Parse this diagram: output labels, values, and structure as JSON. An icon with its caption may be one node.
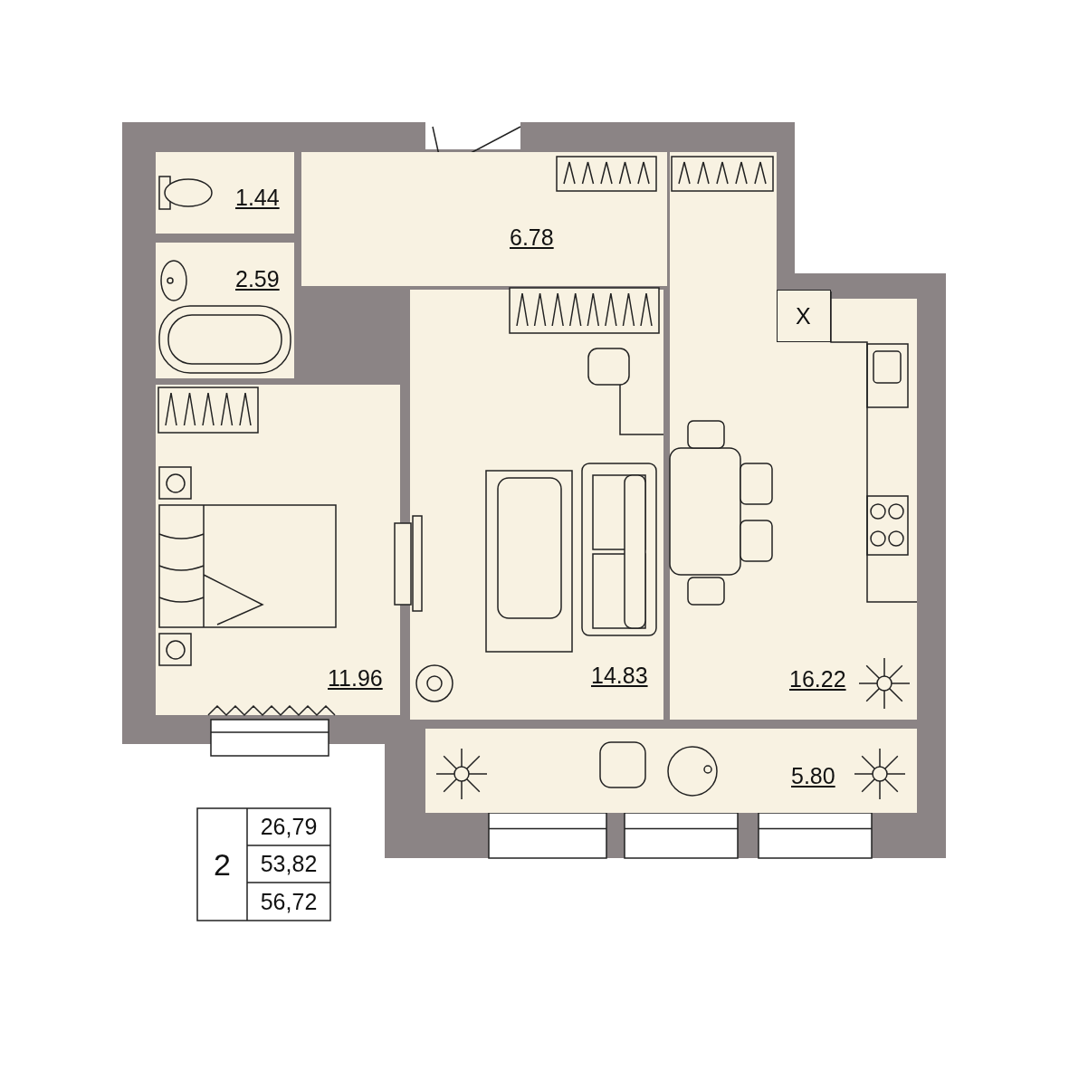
{
  "diagram": {
    "nodes": [
      {
        "text": [
          "1.44"
        ]
      },
      {
        "text": [
          "6.78"
        ]
      },
      {
        "text": [
          "2.59"
        ]
      },
      {
        "text": [
          "11.96"
        ]
      },
      {
        "text": [
          "14.83"
        ]
      },
      {
        "text": [
          "16.22"
        ]
      },
      {
        "text": [
          "X"
        ],
        "in": 5
      },
      {
        "text": [
          "5.80"
        ]
      }
    ],
    "labels": [
      "2",
      "26,79",
      "53,82",
      "56,72"
    ]
  }
}
